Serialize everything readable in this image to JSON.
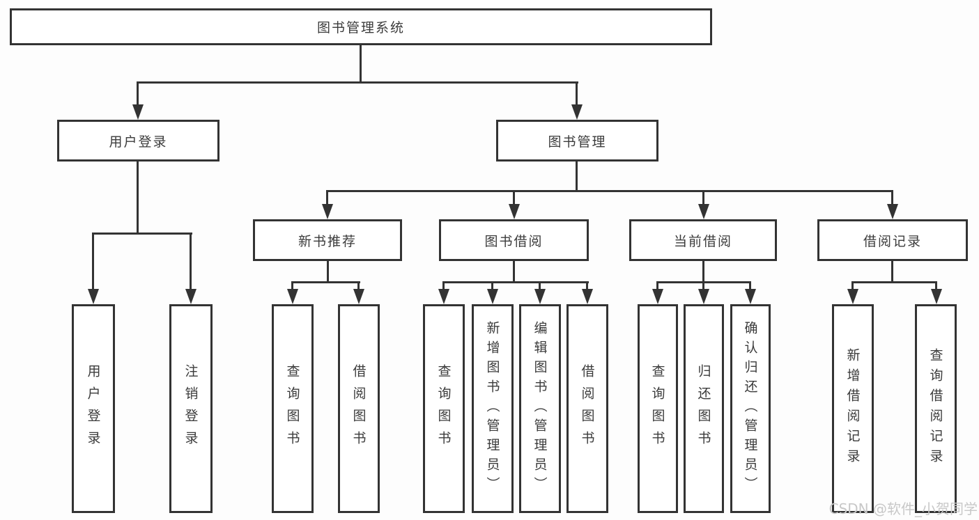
{
  "diagram_title": "图书管理系统",
  "tree": {
    "root": {
      "label": "图书管理系统",
      "children": [
        {
          "label": "用户登录",
          "children": [
            {
              "label": "用户登录"
            },
            {
              "label": "注销登录"
            }
          ]
        },
        {
          "label": "图书管理",
          "children": [
            {
              "label": "新书推荐",
              "children": [
                {
                  "label": "查询图书"
                },
                {
                  "label": "借阅图书"
                }
              ]
            },
            {
              "label": "图书借阅",
              "children": [
                {
                  "label": "查询图书"
                },
                {
                  "label": "新增图书（管理员）"
                },
                {
                  "label": "编辑图书（管理员）"
                },
                {
                  "label": "借阅图书"
                }
              ]
            },
            {
              "label": "当前借阅",
              "children": [
                {
                  "label": "查询图书"
                },
                {
                  "label": "归还图书"
                },
                {
                  "label": "确认归还（管理员）"
                }
              ]
            },
            {
              "label": "借阅记录",
              "children": [
                {
                  "label": "新增借阅记录"
                },
                {
                  "label": "查询借阅记录"
                }
              ]
            }
          ]
        }
      ]
    }
  },
  "watermark": {
    "text": "CSDN @软件_小贺同学",
    "color": "#c8c8c8"
  },
  "colors": {
    "line": "#333333",
    "box_border": "#333333",
    "text": "#3b3b3b",
    "background": "#fdfdfd"
  }
}
